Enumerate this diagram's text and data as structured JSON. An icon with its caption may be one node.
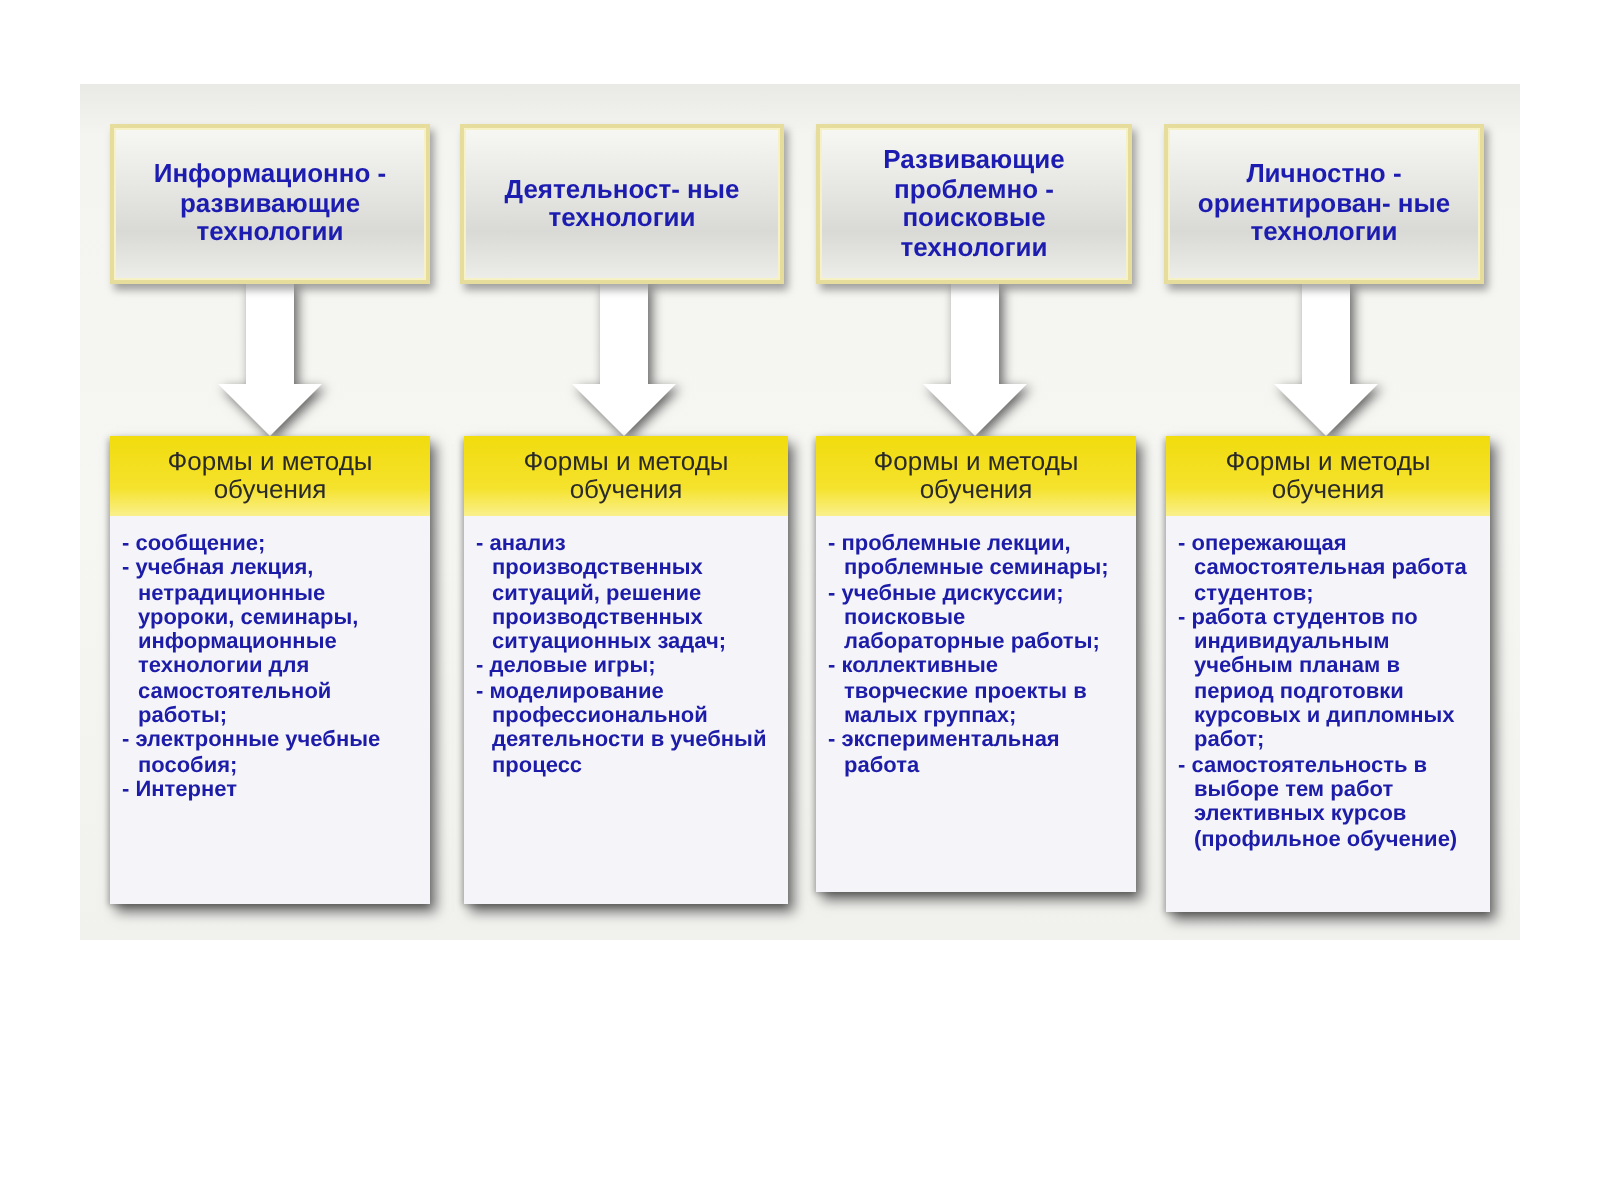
{
  "diagram": {
    "nodes": [
      {
        "text": [
          "Информационно - развивающие технологии"
        ]
      },
      {
        "text": [
          "Деятельност- ные технологии"
        ]
      },
      {
        "text": [
          "Развивающие проблемно - поисковые технологии"
        ]
      },
      {
        "text": [
          "Личностно - ориентирован- ные технологии"
        ]
      },
      {
        "text": [
          "Формы и методы обучения",
          "- сообщение;",
          "- учебная лекция, нетрадиционные уророки, семинары, информационные технологии для самостоятельной работы;",
          "- электронные учебные пособия;",
          "- Интернет"
        ]
      },
      {
        "text": [
          "Формы и методы обучения",
          "- анализ производственных ситуаций, решение производственных ситуационных задач;",
          "- деловые игры;",
          "- моделирование профессиональной деятельности в учебный процесс"
        ]
      },
      {
        "text": [
          "Формы и методы обучения",
          "- проблемные лекции, проблемные семинары;",
          "- учебные дискуссии; поисковые лабораторные работы;",
          "- коллективные творческие проекты в малых группах;",
          "- экспериментальная работа"
        ]
      },
      {
        "text": [
          "Формы и методы обучения",
          "- опережающая самостоятельная работа студентов;",
          "- работа студентов по индивидуальным учебным планам в период подготовки курсовых и дипломных работ;",
          "- самостоятельность в выборе тем работ элективных курсов (профильное обучение)"
        ]
      }
    ],
    "edges": [
      {
        "from": 0,
        "to": 4,
        "arrow": "to"
      },
      {
        "from": 1,
        "to": 5,
        "arrow": "to"
      },
      {
        "from": 2,
        "to": 6,
        "arrow": "to"
      },
      {
        "from": 3,
        "to": 7,
        "arrow": "to"
      }
    ]
  }
}
